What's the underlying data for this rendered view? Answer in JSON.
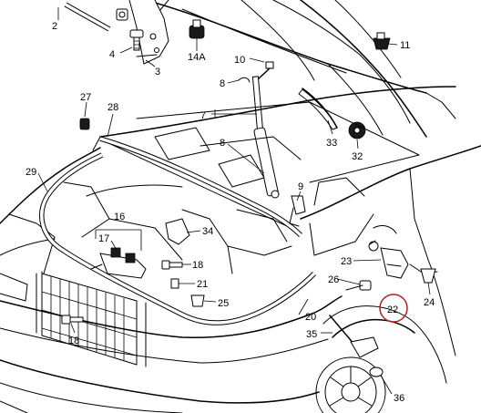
{
  "labels": [
    "2",
    "4",
    "3",
    "14A",
    "10",
    "11",
    "8",
    "7",
    "8",
    "33",
    "32",
    "27",
    "28",
    "29",
    "9",
    "16",
    "34",
    "17",
    "18",
    "21",
    "25",
    "18",
    "23",
    "26",
    "22",
    "24",
    "20",
    "35",
    "36"
  ],
  "highlight_index": 24,
  "highlight_color": "#b22222"
}
